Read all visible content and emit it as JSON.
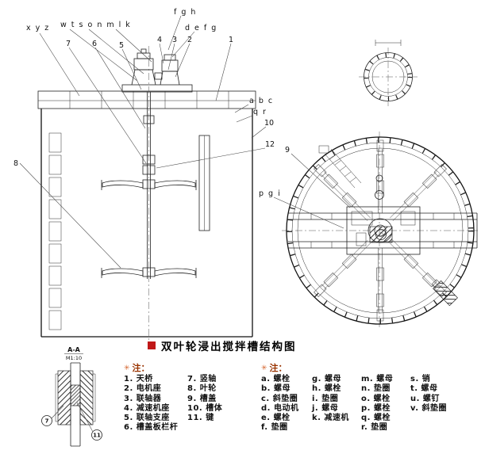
{
  "title": {
    "text": "双叶轮浸出搅拌槽结构图"
  },
  "colors": {
    "accent_red": "#c01818",
    "note_orange": "#d4622a",
    "note_label_red": "#993300",
    "line": "#222222"
  },
  "callouts": {
    "xyz": "x y z",
    "letters_top": "w t s o n m l k",
    "c7": "7",
    "c6": "6",
    "c5": "5",
    "c4": "4",
    "c3": "3",
    "c2": "2",
    "c1": "1",
    "fgh": "f g h",
    "defg": "d e f g",
    "abc": "a b c",
    "qr": "q r",
    "c10": "10",
    "c12": "12",
    "c9": "9",
    "c8": "8",
    "pgi": "p g i"
  },
  "section": {
    "name": "A-A",
    "scale": "M1:10",
    "part7": "7",
    "part11": "11"
  },
  "legend_parts": {
    "icon": "✳",
    "note": "注：",
    "col1": [
      "1. 天桥",
      "2. 电机座",
      "3. 联轴器",
      "4. 减速机座",
      "5. 联轴支座",
      "6. 槽盖板栏杆"
    ],
    "col2": [
      "7. 竖轴",
      "8. 叶轮",
      "9. 槽盖",
      "10. 槽体",
      "11. 键",
      ""
    ]
  },
  "legend_fasteners": {
    "icon": "✳",
    "note": "注：",
    "col1": [
      "a. 螺栓",
      "b. 螺母",
      "c. 斜垫圈",
      "d. 电动机",
      "e. 螺栓",
      "f. 垫圈"
    ],
    "col2": [
      "g. 螺母",
      "h. 螺栓",
      "i. 垫圈",
      "j. 螺母",
      "k. 减速机",
      ""
    ],
    "col3": [
      "m. 螺母",
      "n. 垫圈",
      "o. 螺栓",
      "p. 螺栓",
      "q. 螺栓",
      "r. 垫圈"
    ],
    "col4": [
      "s. 销",
      "t. 螺母",
      "u. 螺钉",
      "v. 斜垫圈",
      "",
      ""
    ]
  }
}
